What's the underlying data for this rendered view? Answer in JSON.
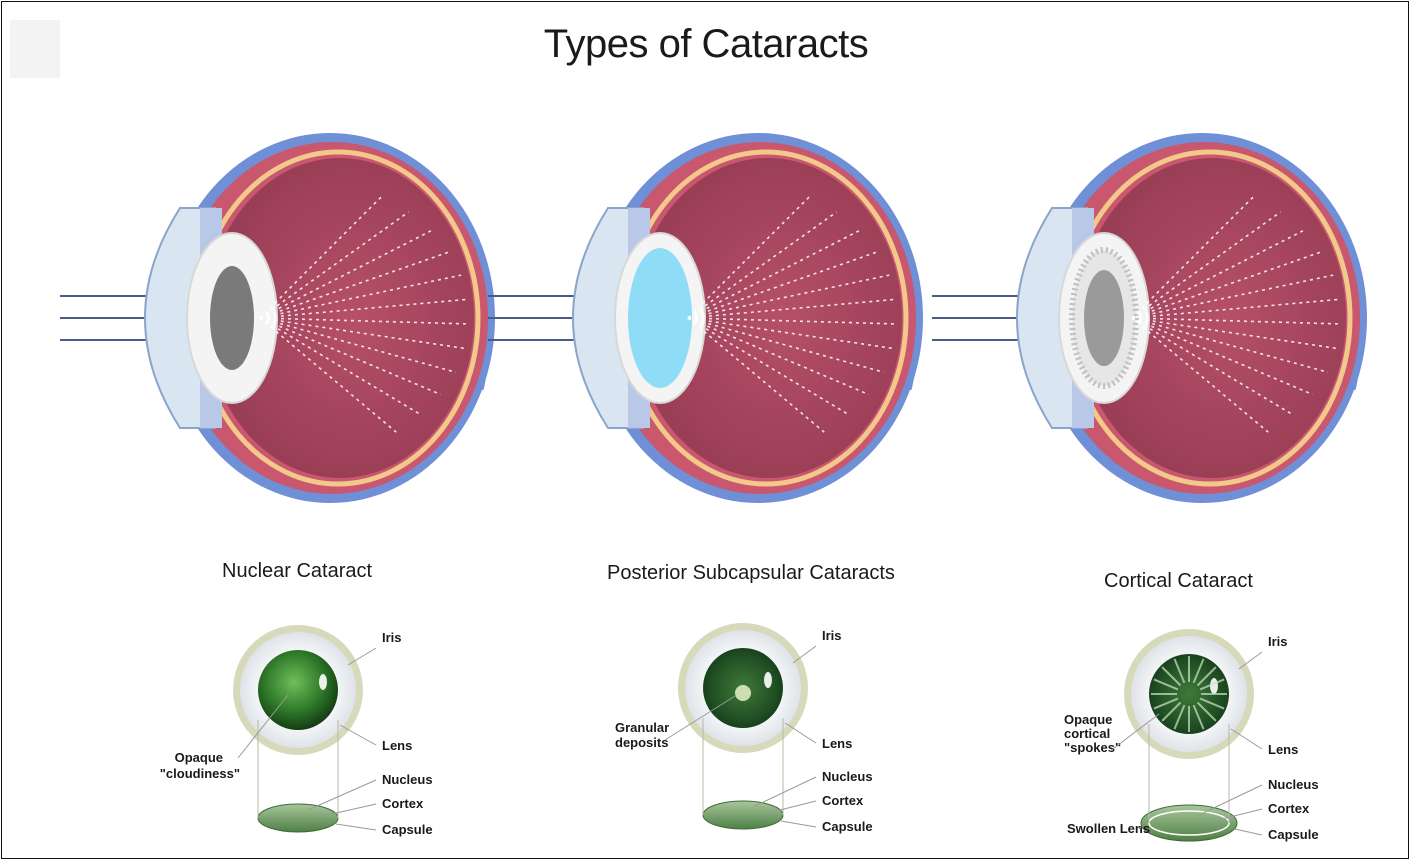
{
  "title": "Types of Cataracts",
  "panels": [
    {
      "subtitle": "Nuclear Cataract",
      "labels": {
        "iris": "Iris",
        "lens": "Lens",
        "nucleus": "Nucleus",
        "cortex": "Cortex",
        "capsule": "Capsule",
        "feature_line1": "Opaque",
        "feature_line2": "\"cloudiness\""
      }
    },
    {
      "subtitle": "Posterior Subcapsular Cataracts",
      "labels": {
        "iris": "Iris",
        "lens": "Lens",
        "nucleus": "Nucleus",
        "cortex": "Cortex",
        "capsule": "Capsule",
        "feature_line1": "Granular",
        "feature_line2": "deposits"
      }
    },
    {
      "subtitle": "Cortical Cataract",
      "labels": {
        "iris": "Iris",
        "lens": "Lens",
        "nucleus": "Nucleus",
        "cortex": "Cortex",
        "capsule": "Capsule",
        "feature_line1": "Opaque",
        "feature_line2": "cortical",
        "feature_line3": "\"spokes\"",
        "swollen": "Swollen Lens"
      }
    }
  ],
  "colors": {
    "sclera_blue": "#6f8fd6",
    "choroid": "#c9576e",
    "vitreous": "#a8485f",
    "retina_line": "#f2c98a",
    "optic_nerve": "#f0cf95",
    "cornea": "#d9e6f2",
    "lens_nuclear": "#7a7a7a",
    "lens_subcapsular": "#8fdcf7",
    "lens_cortical": "#9a9a9a",
    "pupil_green": "#2f7a2a",
    "iris_ring": "#d7d9bb"
  }
}
